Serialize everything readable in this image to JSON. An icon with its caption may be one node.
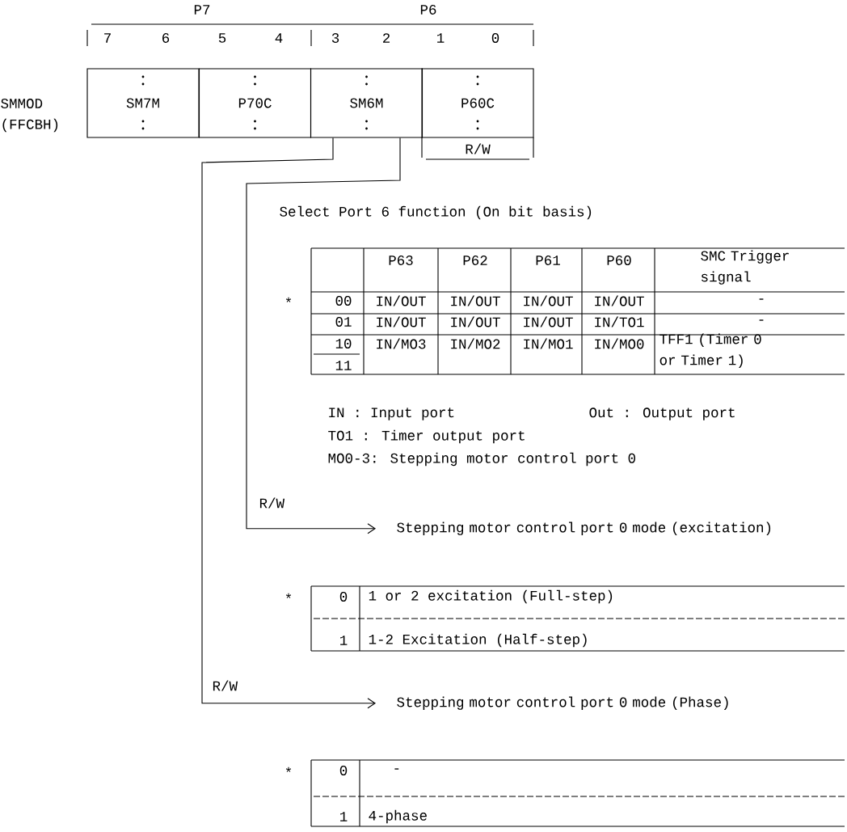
{
  "diagram": {
    "nodes": [
      {
        "text": [
          "SM7M"
        ]
      },
      {
        "text": [
          "P70C"
        ]
      },
      {
        "text": [
          "SM6M"
        ]
      },
      {
        "text": [
          "P60C"
        ],
        "beside": [
          "R/W"
        ]
      },
      {
        "text": [
          "Stepping motor control port 0 mode (excitation)"
        ]
      },
      {
        "text": [
          "Stepping motor control port 0 mode (Phase)"
        ]
      }
    ],
    "edges": [
      {
        "from": 2,
        "to": 4,
        "arrow": "to",
        "label": "R/W"
      },
      {
        "from": 2,
        "to": 5,
        "arrow": "to",
        "label": "R/W"
      }
    ],
    "labels": [
      "P7",
      "P6",
      "7",
      "6",
      "5",
      "4",
      "3",
      "2",
      "1",
      "0",
      "SMMOD",
      "(FFCBH)",
      "Select Port 6 function (On bit basis)",
      "P63",
      "P62",
      "P61",
      "P60",
      "SMC Trigger signal",
      "*",
      "00",
      "IN/OUT",
      "IN/OUT",
      "IN/OUT",
      "IN/OUT",
      "-",
      "01",
      "IN/OUT",
      "IN/OUT",
      "IN/OUT",
      "IN/TO1",
      "-",
      "10",
      "IN/MO3",
      "IN/MO2",
      "IN/MO1",
      "IN/MO0",
      "TFF1 (Timer 0 or Timer 1)",
      "11",
      "IN : Input port",
      "Out : Output port",
      "TO1 : Timer output port",
      "MO0-3: Stepping motor control port 0",
      "*",
      "0",
      "1 or 2 excitation (Full-step)",
      "1",
      "1-2 Excitation (Half-step)",
      "*",
      "0",
      "-",
      "1",
      "4-phase"
    ]
  }
}
